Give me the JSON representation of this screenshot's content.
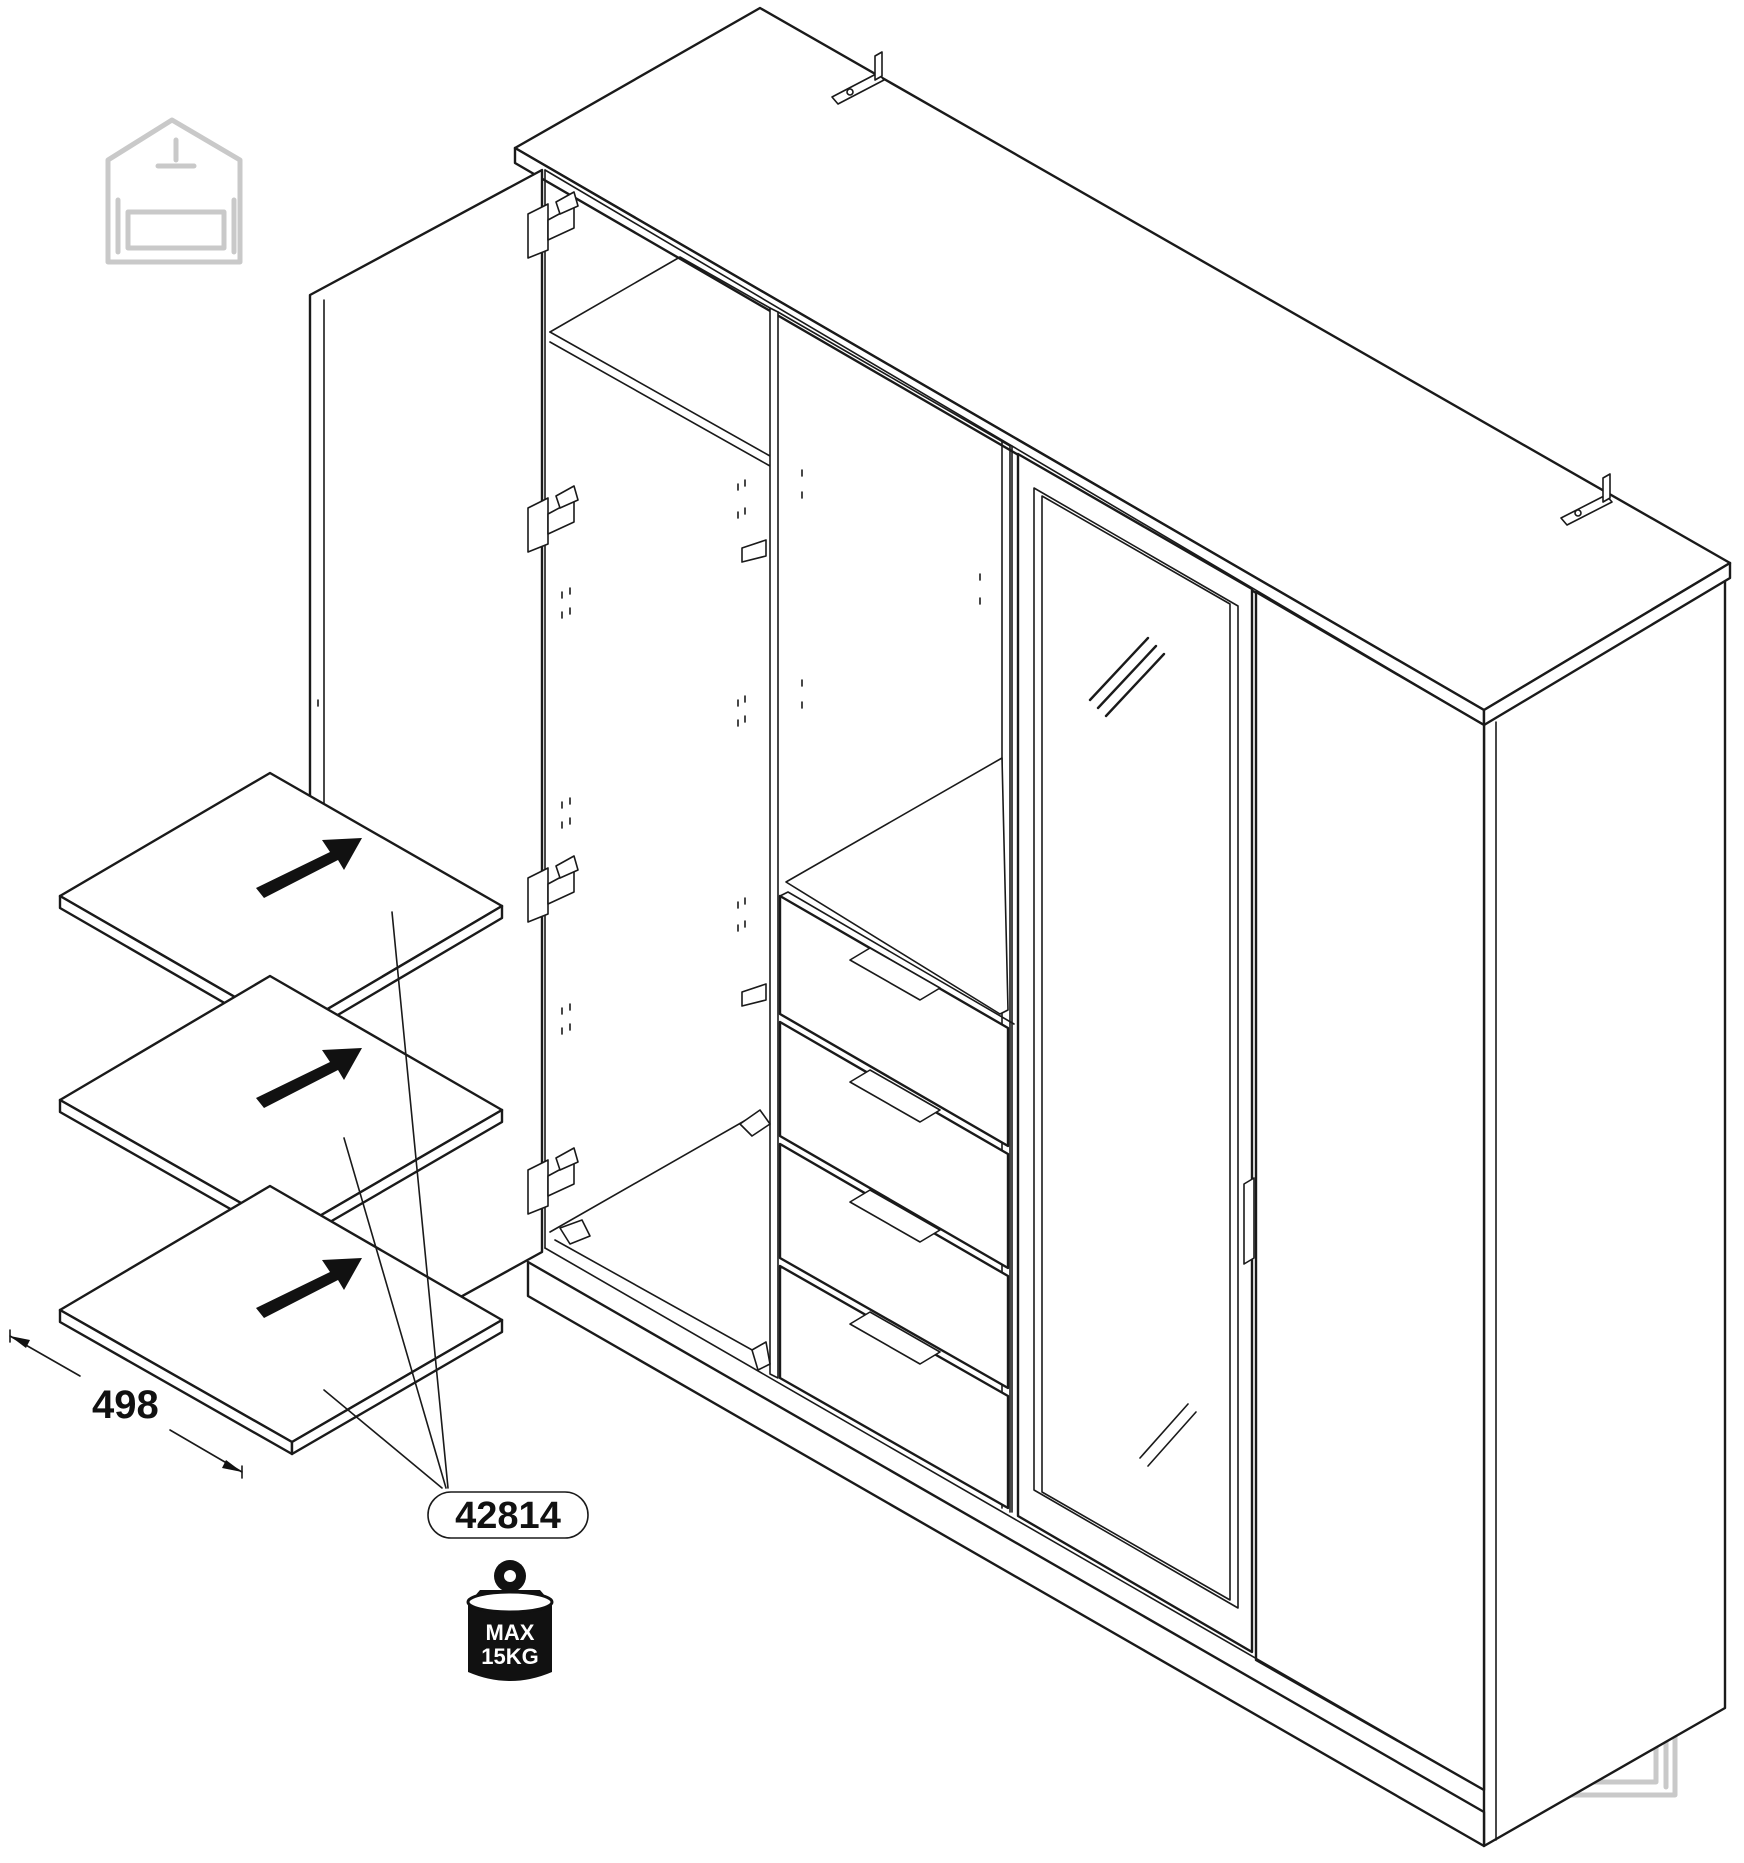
{
  "figure": {
    "dimension_label": "498",
    "part_number": "42814",
    "weight_badge": {
      "line1": "MAX",
      "line2": "15KG"
    }
  },
  "icons": {
    "logo": "house-with-sofa-logo",
    "weight": "weight-icon",
    "insert_arrow": "insert-arrow-icon",
    "mirror": "mirror-glare-icon"
  },
  "colors": {
    "line": "#1a1a1a",
    "logo": "#c9c9c9",
    "fill": "#ffffff"
  }
}
